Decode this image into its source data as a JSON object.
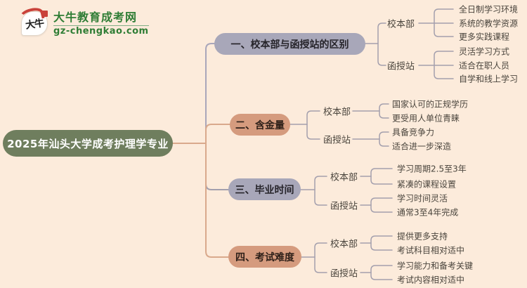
{
  "logo": {
    "icon_text": "大牛",
    "site_name": "大牛教育成考网",
    "site_url": "gz-chengkao.com"
  },
  "colors": {
    "background": "#fcebdb",
    "root_pill": "#6f7e5e",
    "lavender_pill": "#a8a7b9",
    "salmon_pill": "#d59b7e",
    "salmon_line": "#d9a98c",
    "lavender_line": "#a9a6ba",
    "gray_line": "#a39fad",
    "text_dark": "#4a453d",
    "logo_green": "#2f7d35"
  },
  "mindmap": {
    "root": "2025年汕头大学成考护理学专业",
    "branches": [
      {
        "label": "一、校本部与函授站的区别",
        "groups": [
          {
            "label": "校本部",
            "leaves": [
              "全日制学习环境",
              "系统的教学资源",
              "更多实践课程"
            ]
          },
          {
            "label": "函授站",
            "leaves": [
              "灵活学习方式",
              "适合在职人员",
              "自学和线上学习"
            ]
          }
        ]
      },
      {
        "label": "二、含金量",
        "groups": [
          {
            "label": "校本部",
            "leaves": [
              "国家认可的正规学历",
              "更受用人单位青睐"
            ]
          },
          {
            "label": "函授站",
            "leaves": [
              "具备竞争力",
              "适合进一步深造"
            ]
          }
        ]
      },
      {
        "label": "三、毕业时间",
        "groups": [
          {
            "label": "校本部",
            "leaves": [
              "学习周期2.5至3年",
              "紧凑的课程设置"
            ]
          },
          {
            "label": "函授站",
            "leaves": [
              "学习时间灵活",
              "通常3至4年完成"
            ]
          }
        ]
      },
      {
        "label": "四、考试难度",
        "groups": [
          {
            "label": "校本部",
            "leaves": [
              "提供更多支持",
              "考试科目相对适中"
            ]
          },
          {
            "label": "函授站",
            "leaves": [
              "学习能力和备考关键",
              "考试内容相对适中"
            ]
          }
        ]
      }
    ]
  }
}
